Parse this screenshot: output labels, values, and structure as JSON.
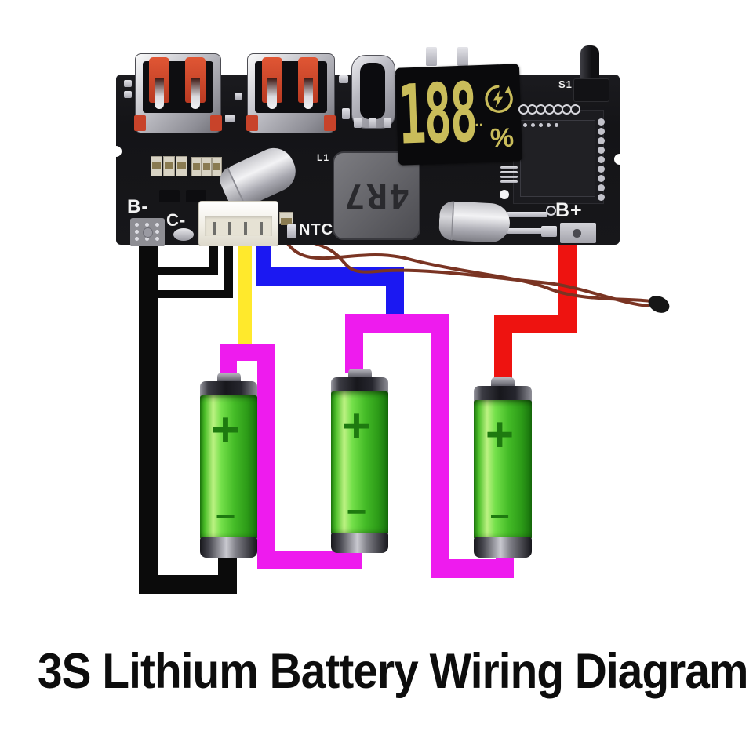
{
  "title": "3S Lithium Battery Wiring Diagram",
  "pcb": {
    "labels": {
      "b_minus": "B-",
      "c_minus": "C-",
      "ntc": "NTC",
      "b_plus": "B+",
      "switch_ref": "S1",
      "inductor_ref": "L1"
    },
    "inductor_value": "4R7",
    "display": {
      "value": "188",
      "unit": "%",
      "charge_dots": "...",
      "charge_icon": "flash-circle"
    }
  },
  "batteries": {
    "count": 3,
    "plus": "+",
    "minus": "−"
  },
  "wires": {
    "b_minus_black": "#0b0b0b",
    "balance_yellow": "#ffe92c",
    "balance_blue": "#1b18f2",
    "series_link_magenta": "#ee1bee",
    "b_plus_red": "#ee1310",
    "ntc_thermistor_maroon": "#7a3423"
  },
  "colors": {
    "pcb_black": "#17171a",
    "battery_green": "#49c52e",
    "display_digits": "#c9bc5a",
    "usb_contact_red": "#cc4329",
    "metal_silver": "#c9c9cf"
  }
}
